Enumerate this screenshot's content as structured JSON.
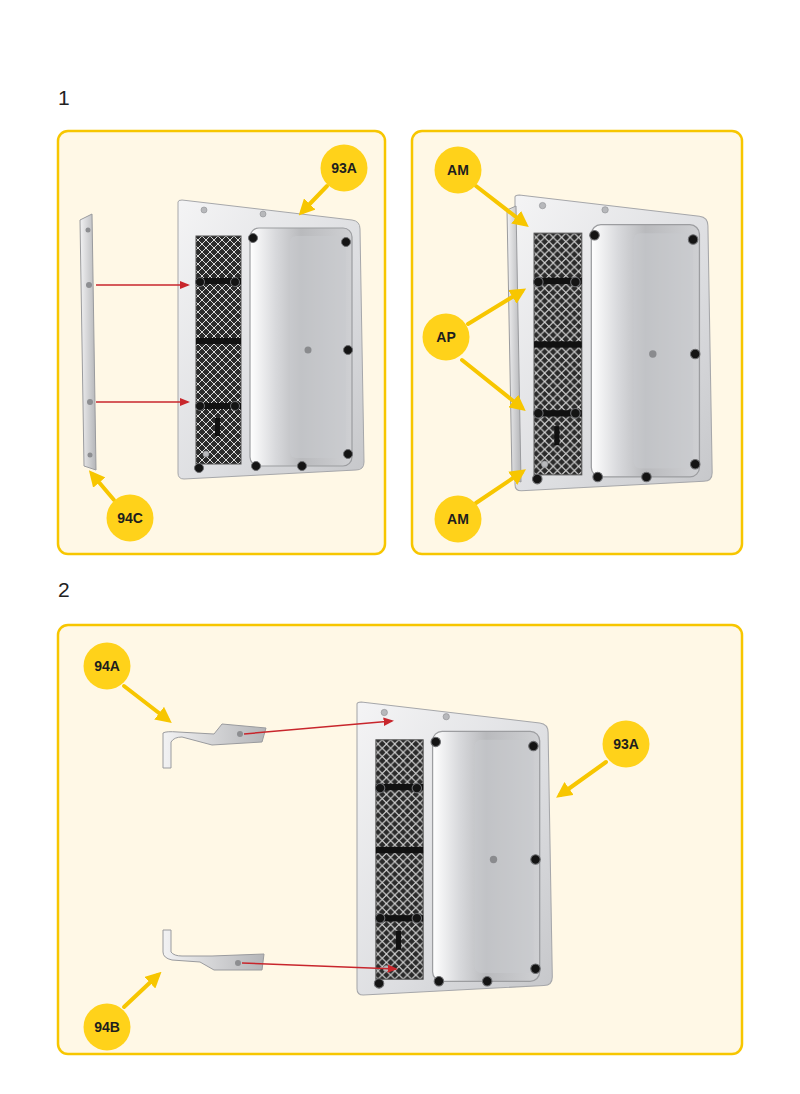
{
  "diagram": {
    "nodes": [
      {
        "text": [
          "93A"
        ]
      },
      {
        "text": [
          "94C"
        ]
      },
      {
        "text": [
          "AM"
        ]
      },
      {
        "text": [
          "AP"
        ]
      },
      {
        "text": [
          "AM"
        ]
      },
      {
        "text": [
          "94A"
        ]
      },
      {
        "text": [
          "93A"
        ]
      },
      {
        "text": [
          "94B"
        ]
      }
    ],
    "labels": [
      "1",
      "2"
    ]
  }
}
